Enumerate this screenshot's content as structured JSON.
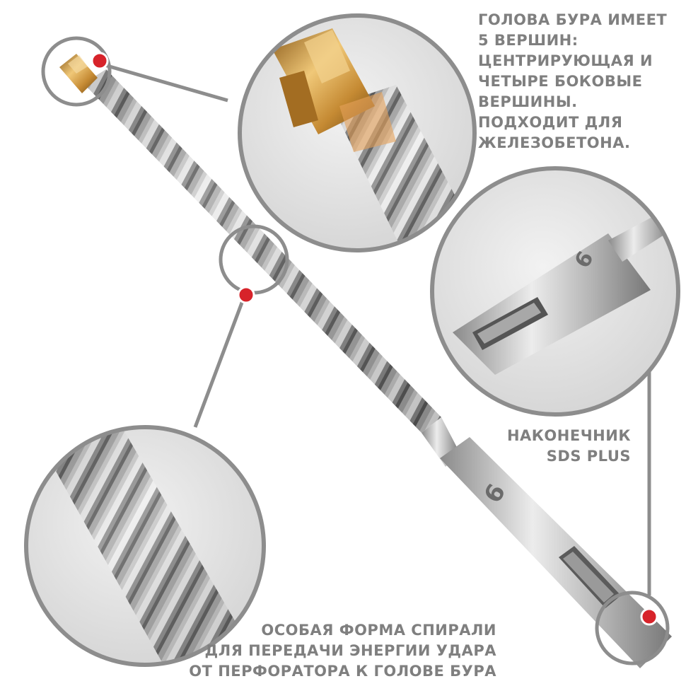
{
  "colors": {
    "ring": "#8d8d8d",
    "marker": "#d7232a",
    "caption": "#7f7f7f",
    "steel": "#b7b7b7",
    "carbide": "#d7a44c"
  },
  "captions": {
    "head": {
      "lines": [
        "ГОЛОВА БУРА ИМЕЕТ",
        "5 ВЕРШИН:",
        "ЦЕНТРИРУЮЩАЯ И",
        "ЧЕТЫРЕ БОКОВЫЕ",
        "ВЕРШИНЫ.",
        "ПОДХОДИТ ДЛЯ",
        "ЖЕЛЕЗОБЕТОНА."
      ]
    },
    "shank": {
      "lines": [
        "НАКОНЕЧНИК",
        "SDS PLUS"
      ]
    },
    "spiral": {
      "lines": [
        "ОСОБАЯ ФОРМА СПИРАЛИ",
        "ДЛЯ ПЕРЕДАЧИ ЭНЕРГИИ УДАРА",
        "ОТ ПЕРФОРАТОРА К ГОЛОВЕ БУРА"
      ]
    }
  },
  "shank_marking": "6",
  "icons": {
    "marker": "red-dot-marker",
    "ring": "magnifier-ring"
  }
}
